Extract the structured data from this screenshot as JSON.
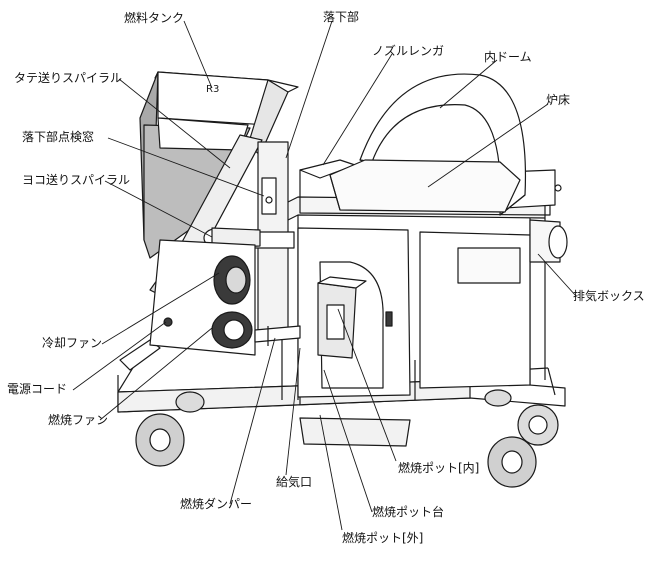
{
  "labels": {
    "fuel_tank": "燃料タンク",
    "drop_section": "落下部",
    "nozzle_brick": "ノズルレンガ",
    "inner_dome": "内ドーム",
    "vertical_spiral": "タテ送りスパイラル",
    "furnace_bed": "炉床",
    "drop_inspection_window": "落下部点検窓",
    "horizontal_spiral": "ヨコ送りスパイラル",
    "exhaust_box": "排気ボックス",
    "cooling_fan": "冷却ファン",
    "power_cord": "電源コード",
    "combustion_fan": "燃焼ファン",
    "air_inlet": "給気口",
    "burn_pot_inner": "燃焼ポット[内]",
    "burn_pot_stand": "燃焼ポット台",
    "combustion_damper": "燃焼ダンパー",
    "burn_pot_outer": "燃焼ポット[外]"
  },
  "tank_mark": "R3",
  "colors": {
    "line": "#1a1a1a",
    "hopper_shade": "#a9a9a9",
    "panel_shade": "#d9d9d9",
    "dark": "#3a3a3a"
  }
}
